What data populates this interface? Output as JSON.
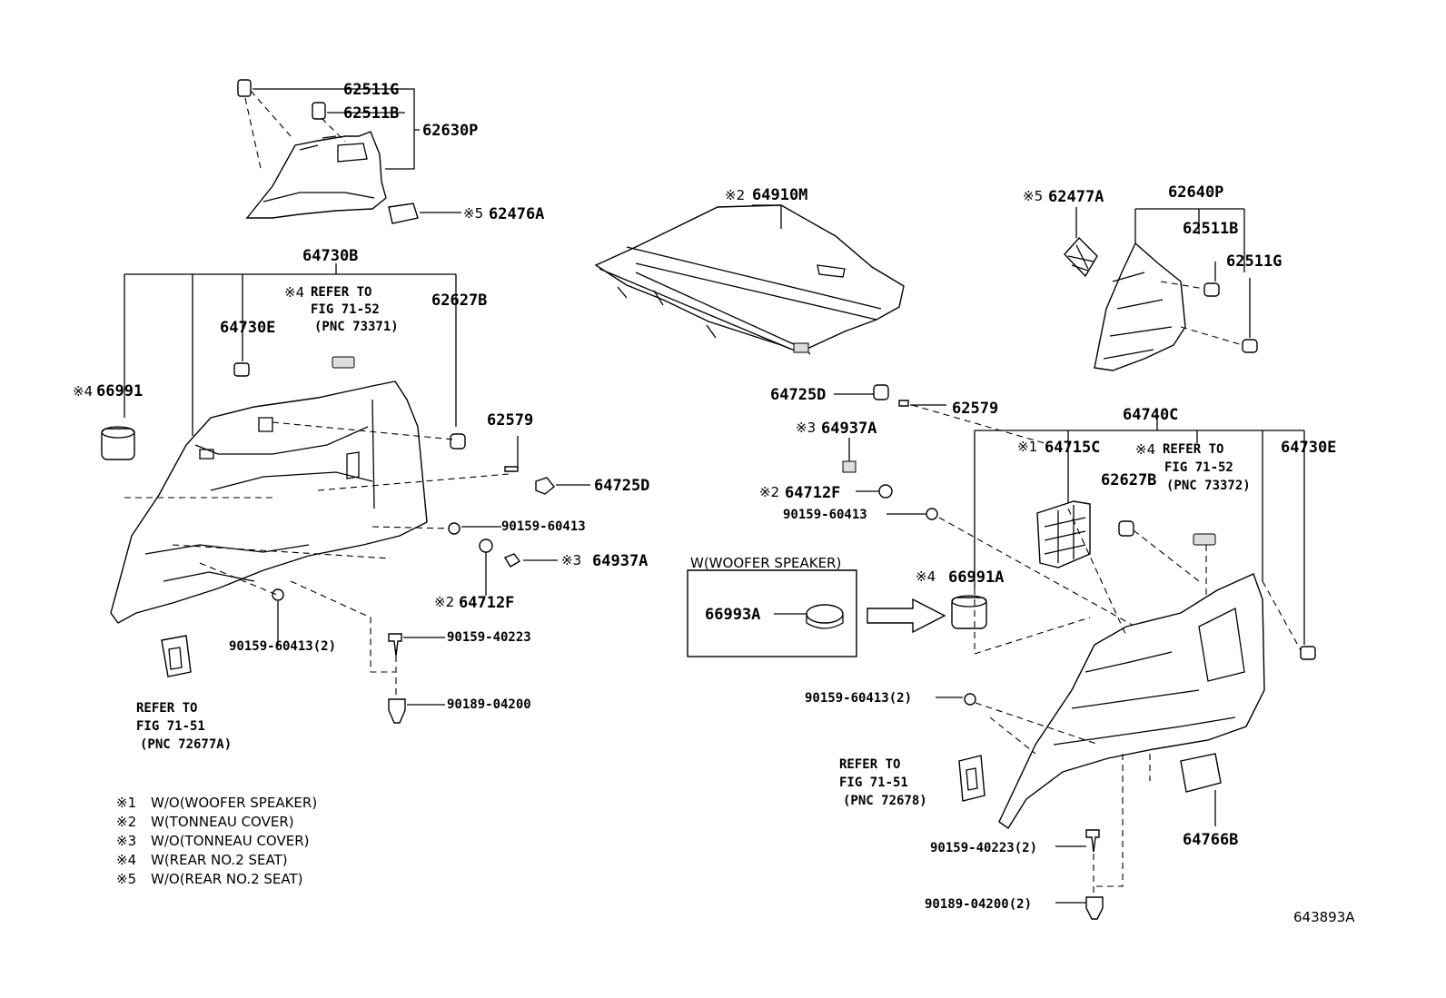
{
  "labels": {
    "p62511G_l": "62511G",
    "p62511B_l": "62511B",
    "p62630P": "62630P",
    "p62476A": "62476A",
    "p64730B": "64730B",
    "p64730E_l": "64730E",
    "refer_7152_l_1": "REFER TO",
    "refer_7152_l_2": "FIG 71-52",
    "refer_7152_l_3": "(PNC 73371)",
    "p62627B_l": "62627B",
    "p66991": "66991",
    "p62579_l": "62579",
    "p64725D_l": "64725D",
    "p90159_60413_l": "90159-60413",
    "p64937A_l": "64937A",
    "p64712F_l": "64712F",
    "p90159_60413_2_l": "90159-60413(2)",
    "p90159_40223_l": "90159-40223",
    "p90189_04200_l": "90189-04200",
    "refer_7151_l_1": "REFER TO",
    "refer_7151_l_2": "FIG 71-51",
    "refer_7151_l_3": "(PNC 72677A)",
    "p64910M": "64910M",
    "p62477A": "62477A",
    "p62640P": "62640P",
    "p62511B_r": "62511B",
    "p62511G_r": "62511G",
    "p64725D_r": "64725D",
    "p62579_r": "62579",
    "p64937A_r": "64937A",
    "p64712F_r": "64712F",
    "p90159_60413_r": "90159-60413",
    "p64740C": "64740C",
    "p64715C": "64715C",
    "refer_7152_r_1": "REFER TO",
    "refer_7152_r_2": "FIG 71-52",
    "refer_7152_r_3": "(PNC 73372)",
    "p62627B_r": "62627B",
    "p64730E_r": "64730E",
    "woofer_box_title": "W(WOOFER SPEAKER)",
    "p66993A": "66993A",
    "p66991A": "66991A",
    "p90159_60413_2_r": "90159-60413(2)",
    "refer_7151_r_1": "REFER TO",
    "refer_7151_r_2": "FIG 71-51",
    "refer_7151_r_3": "(PNC 72678)",
    "p64766B": "64766B",
    "p90159_40223_2_r": "90159-40223(2)",
    "p90189_04200_2_r": "90189-04200(2)",
    "figure_id": "643893A"
  },
  "marks": {
    "m1": "※1",
    "m2": "※2",
    "m3": "※3",
    "m4": "※4",
    "m5": "※5"
  },
  "legend": [
    {
      "mark": "※1",
      "text": "W/O(WOOFER SPEAKER)"
    },
    {
      "mark": "※2",
      "text": "W(TONNEAU COVER)"
    },
    {
      "mark": "※3",
      "text": "W/O(TONNEAU COVER)"
    },
    {
      "mark": "※4",
      "text": "W(REAR NO.2 SEAT)"
    },
    {
      "mark": "※5",
      "text": "W/O(REAR NO.2 SEAT)"
    }
  ]
}
